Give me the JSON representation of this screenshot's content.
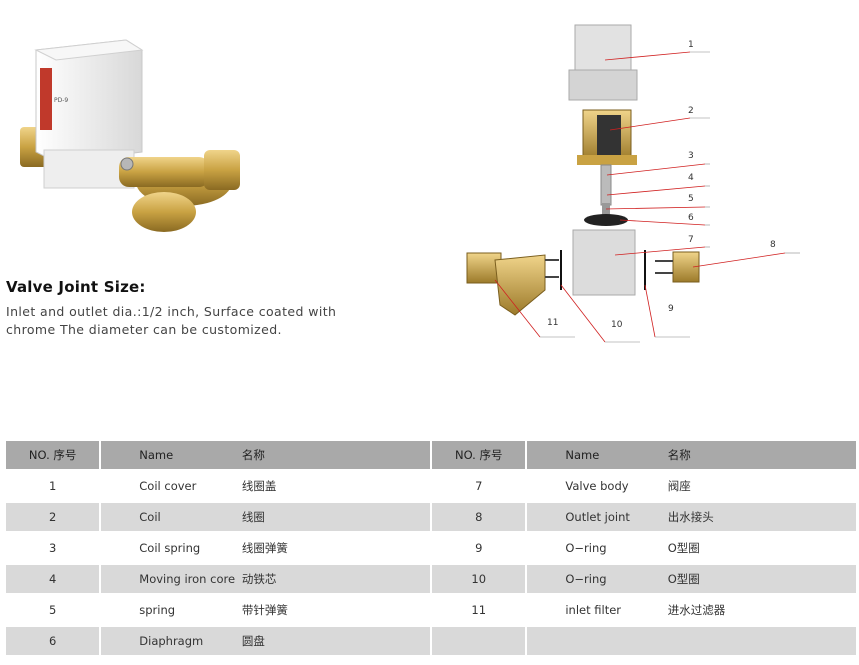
{
  "size_section": {
    "title": "Valve Joint Size:",
    "description": "Inlet and outlet dia.:1/2 inch, Surface coated with chrome The diameter can be customized."
  },
  "product_label": {
    "brand": "PD-9"
  },
  "diagram": {
    "callouts": [
      "1",
      "2",
      "3",
      "4",
      "5",
      "6",
      "7",
      "8",
      "9",
      "10",
      "11"
    ]
  },
  "table": {
    "headers": {
      "no": "NO. 序号",
      "name": "Name",
      "zh": "名称",
      "no2": "NO. 序号",
      "name2": "Name",
      "zh2": "名称"
    },
    "rows": [
      {
        "no": "1",
        "name": "Coil cover",
        "zh": "线圈盖",
        "no2": "7",
        "name2": "Valve body",
        "zh2": "阀座"
      },
      {
        "no": "2",
        "name": "Coil",
        "zh": "线圈",
        "no2": "8",
        "name2": "Outlet joint",
        "zh2": "出水接头"
      },
      {
        "no": "3",
        "name": "Coil spring",
        "zh": "线圈弹簧",
        "no2": "9",
        "name2": "O−ring",
        "zh2": "O型圈"
      },
      {
        "no": "4",
        "name": "Moving iron core",
        "zh": "动铁芯",
        "no2": "10",
        "name2": "O−ring",
        "zh2": "O型圈"
      },
      {
        "no": "5",
        "name": "spring",
        "zh": "带针弹簧",
        "no2": "11",
        "name2": "inlet filter",
        "zh2": "进水过滤器"
      },
      {
        "no": "6",
        "name": "Diaphragm",
        "zh": "圆盘",
        "no2": "",
        "name2": "",
        "zh2": ""
      }
    ]
  },
  "colors": {
    "header_bg": "#a9a9a9",
    "row_shade": "#d9d9d9",
    "brass": "#c9a243",
    "plastic": "#ececec"
  }
}
